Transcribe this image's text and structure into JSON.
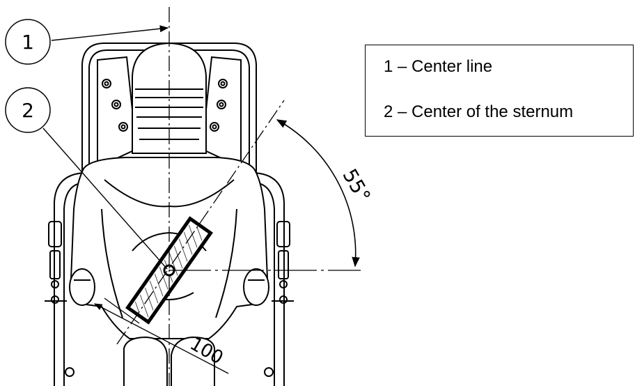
{
  "callouts": [
    {
      "number": "1"
    },
    {
      "number": "2"
    }
  ],
  "legend": {
    "items": [
      {
        "text": "1 – Center line"
      },
      {
        "text": "2 – Center of the sternum"
      }
    ]
  },
  "dimensions": {
    "angle_label": "55°",
    "distance_label": "100"
  }
}
